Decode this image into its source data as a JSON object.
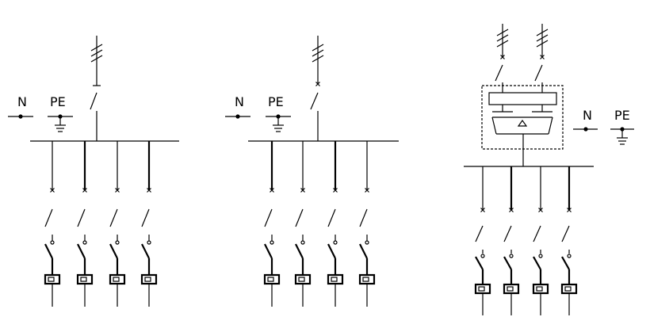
{
  "diagram": {
    "line_color": "#000000",
    "panels": [
      {
        "id": "panel-1",
        "labels": {
          "n": "N",
          "pe": "PE"
        },
        "incoming_switch": "isolator",
        "outgoing_feeders": 4
      },
      {
        "id": "panel-2",
        "labels": {
          "n": "N",
          "pe": "PE"
        },
        "incoming_switch": "circuit-breaker",
        "outgoing_feeders": 4
      },
      {
        "id": "panel-3",
        "labels": {
          "n": "N",
          "pe": "PE"
        },
        "incoming_switch": "dual-supply-with-ats",
        "ats_label": "",
        "outgoing_feeders": 4
      }
    ]
  }
}
